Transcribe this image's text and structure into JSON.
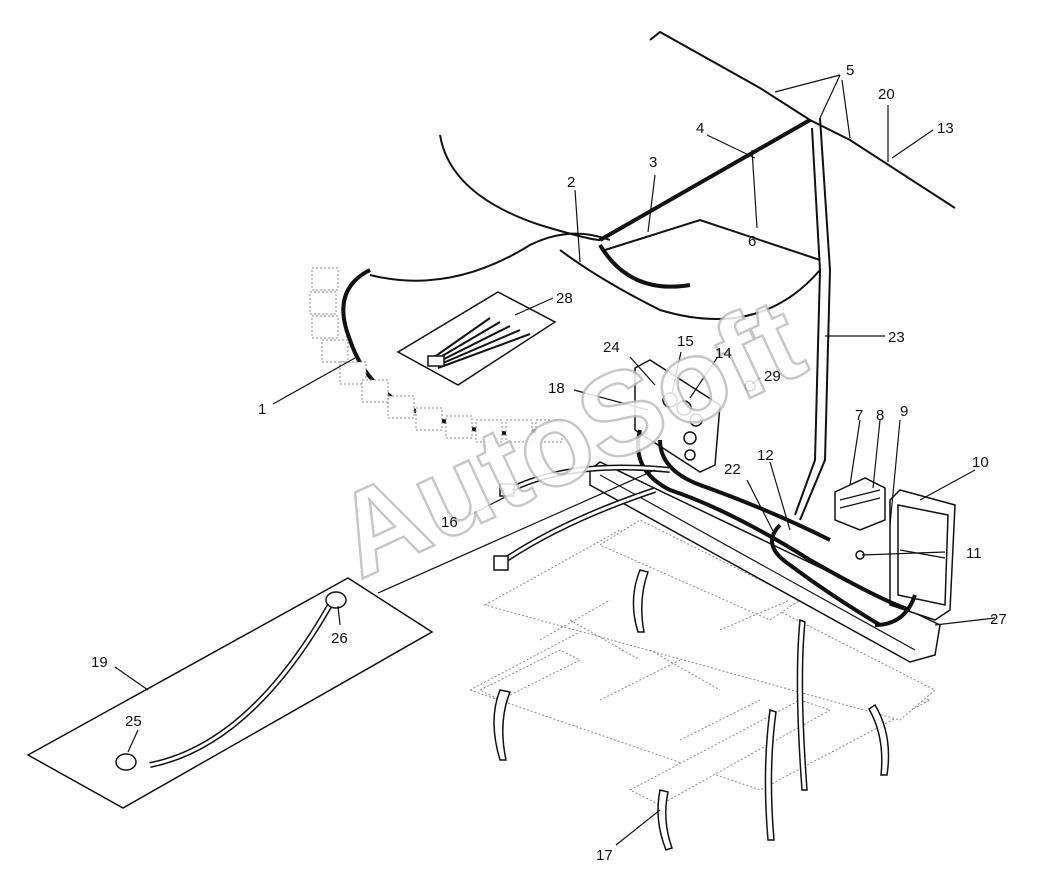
{
  "watermark": "AutoSoft",
  "callouts": [
    {
      "id": "c1",
      "text": "1"
    },
    {
      "id": "c2",
      "text": "2"
    },
    {
      "id": "c3",
      "text": "3"
    },
    {
      "id": "c4",
      "text": "4"
    },
    {
      "id": "c5",
      "text": "5"
    },
    {
      "id": "c6",
      "text": "6"
    },
    {
      "id": "c7",
      "text": "7"
    },
    {
      "id": "c8",
      "text": "8"
    },
    {
      "id": "c9",
      "text": "9"
    },
    {
      "id": "c10",
      "text": "10"
    },
    {
      "id": "c11",
      "text": "11"
    },
    {
      "id": "c12",
      "text": "12"
    },
    {
      "id": "c13",
      "text": "13"
    },
    {
      "id": "c14",
      "text": "14"
    },
    {
      "id": "c15",
      "text": "15"
    },
    {
      "id": "c16",
      "text": "16"
    },
    {
      "id": "c17",
      "text": "17"
    },
    {
      "id": "c18",
      "text": "18"
    },
    {
      "id": "c19",
      "text": "19"
    },
    {
      "id": "c20",
      "text": "20"
    },
    {
      "id": "c22",
      "text": "22"
    },
    {
      "id": "c23",
      "text": "23"
    },
    {
      "id": "c24",
      "text": "24"
    },
    {
      "id": "c25",
      "text": "25"
    },
    {
      "id": "c26",
      "text": "26"
    },
    {
      "id": "c27",
      "text": "27"
    },
    {
      "id": "c28",
      "text": "28"
    },
    {
      "id": "c29",
      "text": "29"
    }
  ]
}
